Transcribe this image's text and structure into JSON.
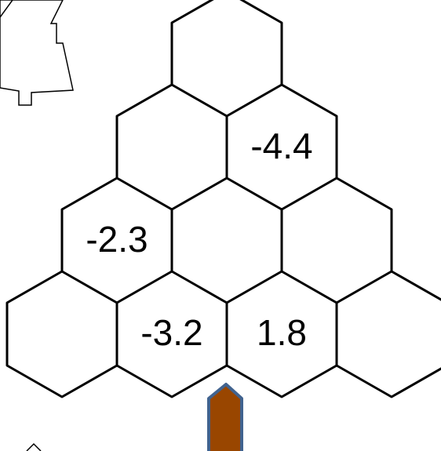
{
  "puzzle": {
    "rows": [
      {
        "cells": [
          ""
        ]
      },
      {
        "cells": [
          "",
          "-4.4"
        ]
      },
      {
        "cells": [
          "-2.3",
          "",
          ""
        ]
      },
      {
        "cells": [
          "",
          "-3.2",
          "1.8",
          ""
        ]
      }
    ]
  },
  "colors": {
    "trunk_fill": "#994600",
    "trunk_stroke": "#41638f",
    "hex_stroke": "#000000",
    "background": "#ffffff"
  },
  "decorations": {
    "icons": [
      "tree-outline-icon",
      "tree-top-icon",
      "tree-trunk-icon"
    ]
  }
}
